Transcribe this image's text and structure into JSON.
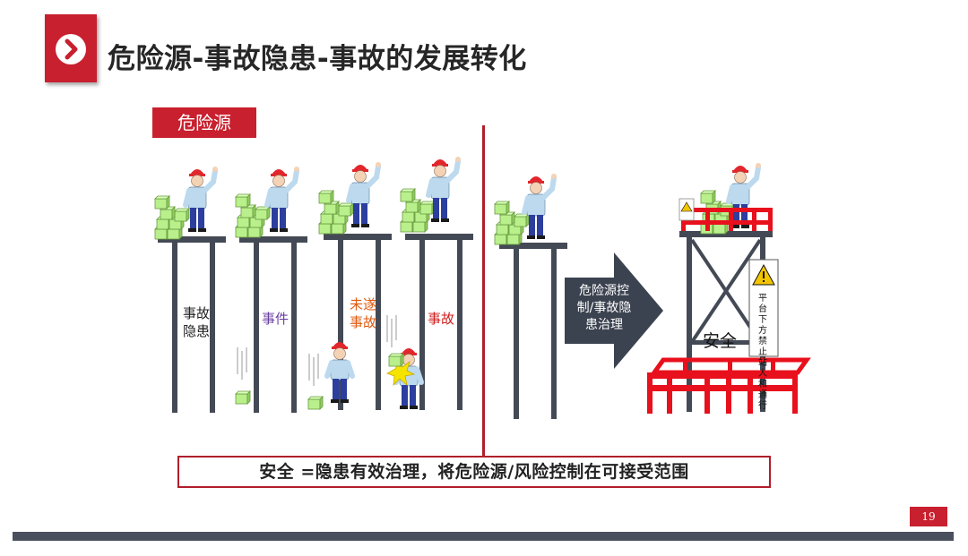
{
  "title": "危险源-事故隐患-事故的发展转化",
  "hazard_tag": "危险源",
  "stages": [
    {
      "label_lines": [
        "事故",
        "隐患"
      ],
      "color": "#222222"
    },
    {
      "label_lines": [
        "事件"
      ],
      "color": "#6a3fa0"
    },
    {
      "label_lines": [
        "未遂",
        "事故"
      ],
      "color": "#e05a10"
    },
    {
      "label_lines": [
        "事故"
      ],
      "color": "#d01e1e"
    }
  ],
  "arrow_text": [
    "危险源控",
    "制/事故隐",
    "患治理"
  ],
  "safe_label": "安全",
  "warning_sign_text": "平台下方禁止站人和通行",
  "summary": "安全 =隐患有效治理，将危险源/风险控制在可接受范围",
  "page_number": "19",
  "colors": {
    "accent_red": "#c8202e",
    "platform": "#444a55",
    "box_green": "#b9f08c",
    "railing_red": "#e8101c",
    "arrow": "#3c4350"
  }
}
